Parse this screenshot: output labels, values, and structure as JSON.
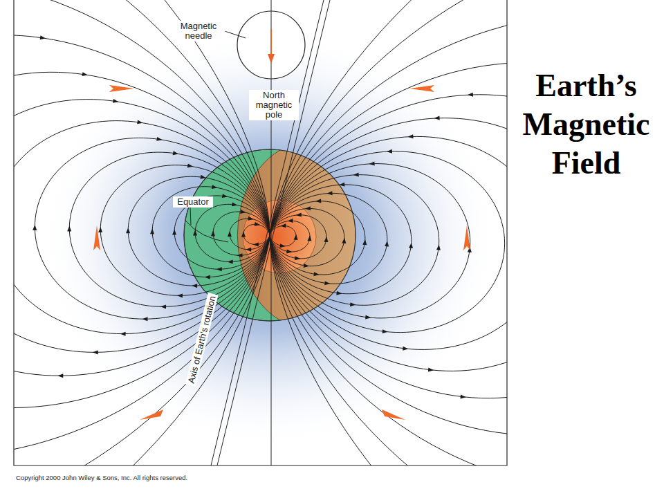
{
  "diagram": {
    "title": "Earth’s Magnetic Field",
    "labels": [
      "Magnetic needle",
      "North magnetic pole",
      "Equator",
      "Axis of Earth's rotation",
      "Copyright 2000 John Wiley & Sons, Inc. All rights reserved."
    ]
  }
}
